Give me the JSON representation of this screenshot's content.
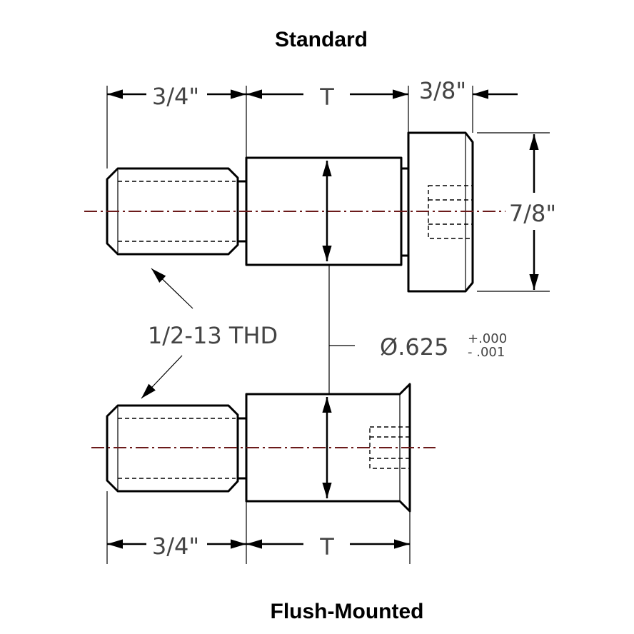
{
  "titles": {
    "standard": "Standard",
    "flush": "Flush-Mounted"
  },
  "dimensions": {
    "thread_length_top": "3/4\"",
    "shoulder_length_top": "T",
    "head_height": "3/8\"",
    "head_diameter": "7/8\"",
    "thread_spec": "1/2-13 THD",
    "shoulder_diameter": "Ø.625",
    "tol_plus": "+.000",
    "tol_minus": "- .001",
    "thread_length_bottom": "3/4\"",
    "shoulder_length_bottom": "T"
  },
  "colors": {
    "centerline": "#6b1a1a",
    "outline": "#000000",
    "dimension_text": "#444444"
  }
}
